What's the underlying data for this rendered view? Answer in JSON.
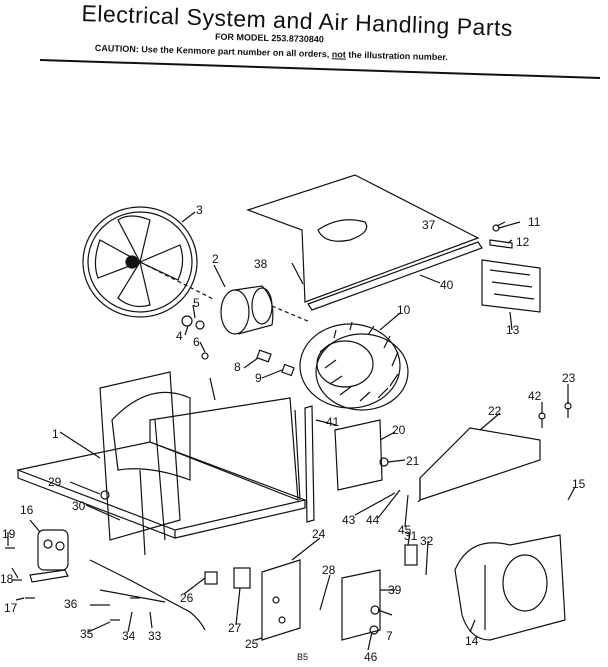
{
  "header": {
    "title": "Electrical System and Air Handling Parts",
    "model_line": "FOR MODEL 253.8730840",
    "caution_prefix": "CAUTION: Use the Kenmore part number on all orders, ",
    "caution_not": "not",
    "caution_suffix": " the illustration number."
  },
  "callouts": [
    "1",
    "2",
    "3",
    "4",
    "5",
    "6",
    "7",
    "8",
    "9",
    "10",
    "11",
    "12",
    "13",
    "14",
    "15",
    "16",
    "17",
    "18",
    "19",
    "20",
    "21",
    "22",
    "23",
    "24",
    "25",
    "26",
    "27",
    "28",
    "29",
    "30",
    "31",
    "32",
    "33",
    "34",
    "35",
    "36",
    "37",
    "38",
    "39",
    "40",
    "41",
    "42",
    "43",
    "44",
    "45",
    "46"
  ],
  "footer": {
    "page_code": "B5"
  }
}
